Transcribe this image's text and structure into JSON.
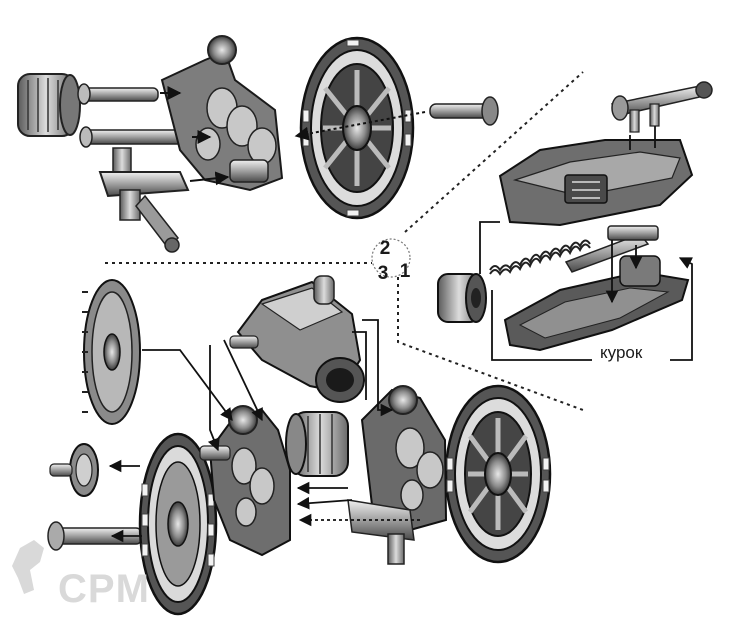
{
  "steps": {
    "s1": "1",
    "s2": "2",
    "s3": "3"
  },
  "labels": {
    "trigger": "курок"
  },
  "watermark": {
    "text": "CPM"
  },
  "colors": {
    "metal_dark": "#3a3a3a",
    "metal_mid": "#8a8a8a",
    "metal_light": "#d4d4d4",
    "line": "#111111"
  }
}
